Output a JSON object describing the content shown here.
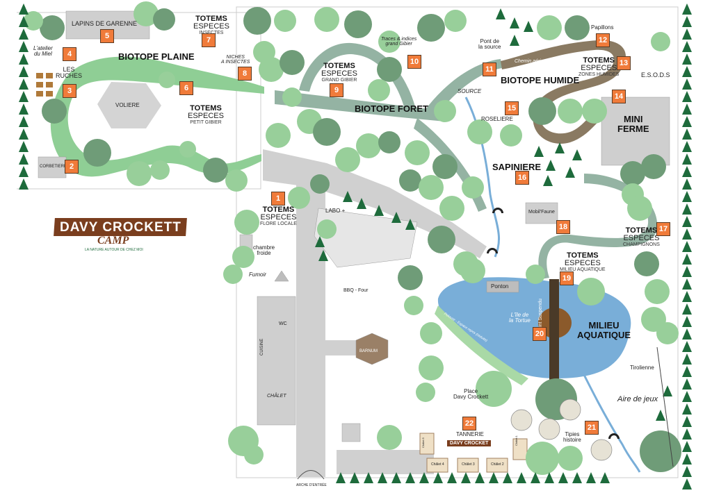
{
  "logo": {
    "line1": "DAVY CROCKETT",
    "line2": "CAMP",
    "tagline": "LA NATURE AUTOUR DE CHEZ MOI"
  },
  "zones": {
    "biotope_plaine": "BIOTOPE PLAINE",
    "biotope_foret": "BIOTOPE FORET",
    "biotope_humide": "BIOTOPE HUMIDE",
    "sapiniere": "SAPINIERE",
    "milieu_aquatique": [
      "MILIEU",
      "AQUATIQUE"
    ],
    "mini_ferme": [
      "MINI",
      "FERME"
    ]
  },
  "totems": {
    "insectes": {
      "t1": "TOTEMS",
      "t2": "ESPECES",
      "t3": "INSECTES"
    },
    "grand_gibier": {
      "t1": "TOTEMS",
      "t2": "ESPECES",
      "t3": "GRAND GIBIER"
    },
    "petit_gibier": {
      "t1": "TOTEMS",
      "t2": "ESPECES",
      "t3": "PETIT GIBIER"
    },
    "zones_humides": {
      "t1": "TOTEMS",
      "t2": "ESPECES",
      "t3": "ZONES HUMIDES"
    },
    "flore_locale": {
      "t1": "TOTEMS",
      "t2": "ESPECES",
      "t3": "FLORE LOCALE"
    },
    "champignons": {
      "t1": "TOTEMS",
      "t2": "ESPECES",
      "t3": "CHAMPIGNONS"
    },
    "milieu_aquatique": {
      "t1": "TOTEMS",
      "t2": "ESPECES",
      "t3": "MILIEU AQUATIQUE"
    }
  },
  "labels": {
    "lapins": "LAPINS DE GARENNE",
    "atelier": [
      "L'atelier",
      "du Miel"
    ],
    "ruches": [
      "LES",
      "RUCHES"
    ],
    "voliere": "VOLIERE",
    "corbetiere": "CORBETIERE",
    "niches": [
      "NICHES",
      "A INSECTES"
    ],
    "traces": [
      "Traces & indices",
      "grand Gibier"
    ],
    "pont_source": [
      "Pont de",
      "la source"
    ],
    "chemin_aerien": "Chemin aérien",
    "source": "SOURCE",
    "roseliere": "ROSELIERE",
    "papillons": "Papillons",
    "esods": "E.S.O.D.S",
    "labo": "LABO +",
    "chambre_froide": [
      "chambre",
      "froide"
    ],
    "fumoir": "Fumoir",
    "bbq": "BBQ - Four",
    "mobil_faune": "Mobil'Faune",
    "ponton": "Ponton",
    "ile": [
      "L'île de",
      "la Tortue"
    ],
    "pont_suspendu": "Pont Suspendu",
    "pelouse": "Pelouse - Espace repos (réduite)",
    "wc": "WC",
    "cuisine": "CUISINE",
    "chalet": "CHÂLET",
    "barnum": "BARNUM",
    "place": [
      "Place",
      "Davy Crockett"
    ],
    "tannerie": "TANNERIE",
    "tannerie_sign": "DAVY CROCKET",
    "tipies": [
      "Tipies",
      "histoire"
    ],
    "tirolienne": "Tirolienne",
    "aire_jeux": "Aire de jeux",
    "arche": "ARCHE D'ENTRÉE",
    "chalet1": "Châlet 1",
    "chalet2": "Châlet 2",
    "chalet3": "Châlet 3",
    "chalet4": "Châlet 4",
    "chalet5": "Châlet 5"
  },
  "numbers": [
    "1",
    "2",
    "3",
    "4",
    "5",
    "6",
    "7",
    "8",
    "9",
    "10",
    "11",
    "12",
    "13",
    "14",
    "15",
    "16",
    "17",
    "18",
    "19",
    "20",
    "21",
    "22"
  ],
  "colors": {
    "path": "#8fce95",
    "foret_path": "#94b3a3",
    "humide_path": "#8a7a62",
    "water": "#79aed8",
    "tree_light": "#98cf9a",
    "tree_dark": "#6f9c78",
    "pine": "#1e6b3c",
    "marker": "#f07b3a",
    "road": "#cfcfcf",
    "building": "#cfcfcf"
  }
}
